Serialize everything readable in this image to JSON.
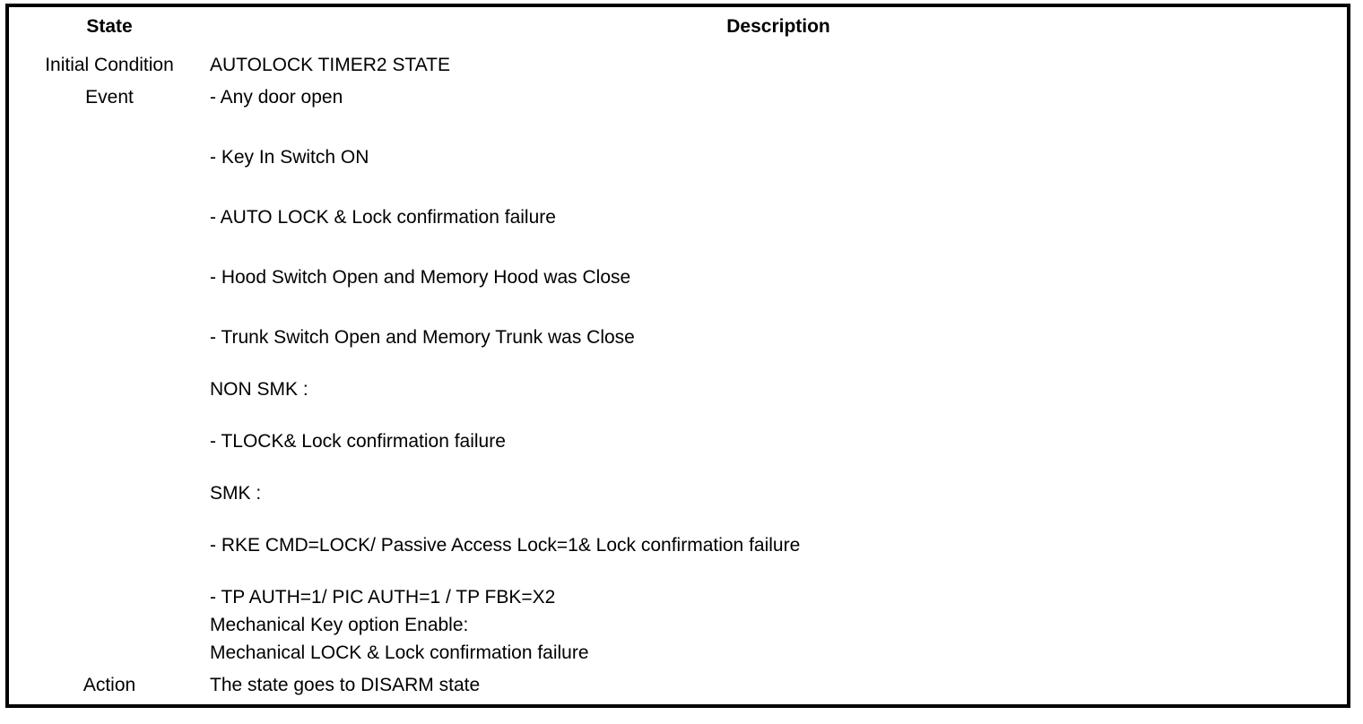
{
  "table": {
    "columns": [
      {
        "key": "state",
        "header": "State"
      },
      {
        "key": "description",
        "header": "Description"
      }
    ],
    "rows": [
      {
        "state": "Initial Condition",
        "type": "simple",
        "lines": [
          "AUTOLOCK TIMER2 STATE"
        ]
      },
      {
        "state": "Event",
        "type": "event-list",
        "lines": [
          "-  Any door open",
          "-  Key In Switch ON",
          "-  AUTO LOCK & Lock confirmation failure",
          "-  Hood Switch Open and Memory Hood was Close",
          "-  Trunk Switch Open and Memory Trunk was Close"
        ]
      },
      {
        "state": "",
        "type": "group",
        "heading": "NON SMK :",
        "lines": [
          "-  TLOCK& Lock confirmation failure"
        ]
      },
      {
        "state": "",
        "type": "group",
        "heading": "SMK :",
        "lines": [
          "-  RKE CMD=LOCK/ Passive Access Lock=1& Lock confirmation failure",
          "-  TP AUTH=1/ PIC AUTH=1 / TP FBK=X2"
        ]
      },
      {
        "state": "",
        "type": "tight",
        "lines": [
          "Mechanical Key option Enable:",
          "Mechanical LOCK & Lock confirmation failure"
        ]
      },
      {
        "state": "Action",
        "type": "simple",
        "lines": [
          "The state goes to DISARM state"
        ]
      }
    ]
  },
  "style": {
    "border_color": "#000000",
    "text_color": "#000000",
    "background": "#ffffff"
  }
}
